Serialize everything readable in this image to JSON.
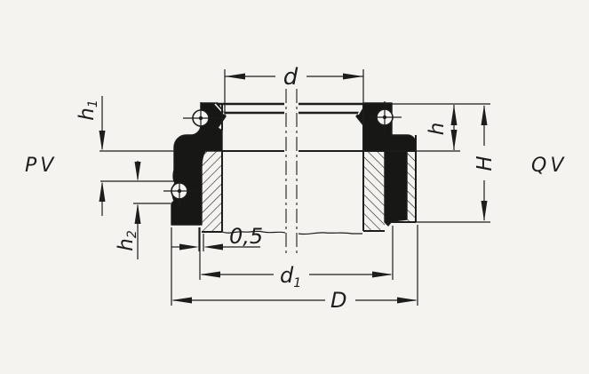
{
  "drawing": {
    "colors": {
      "ink": "#1d1d1b",
      "paper": "#f4f3f0"
    },
    "labels": {
      "top": {
        "d": "d"
      },
      "left": {
        "h1": {
          "base": "h",
          "sub": "1"
        },
        "variant": "PV",
        "h2": {
          "base": "h",
          "sub": "2"
        }
      },
      "right": {
        "h": "h",
        "H": "H",
        "variant": "QV"
      },
      "bottom": {
        "step": "0,5",
        "d1": {
          "base": "d",
          "sub": "1"
        },
        "D": "D"
      }
    }
  }
}
